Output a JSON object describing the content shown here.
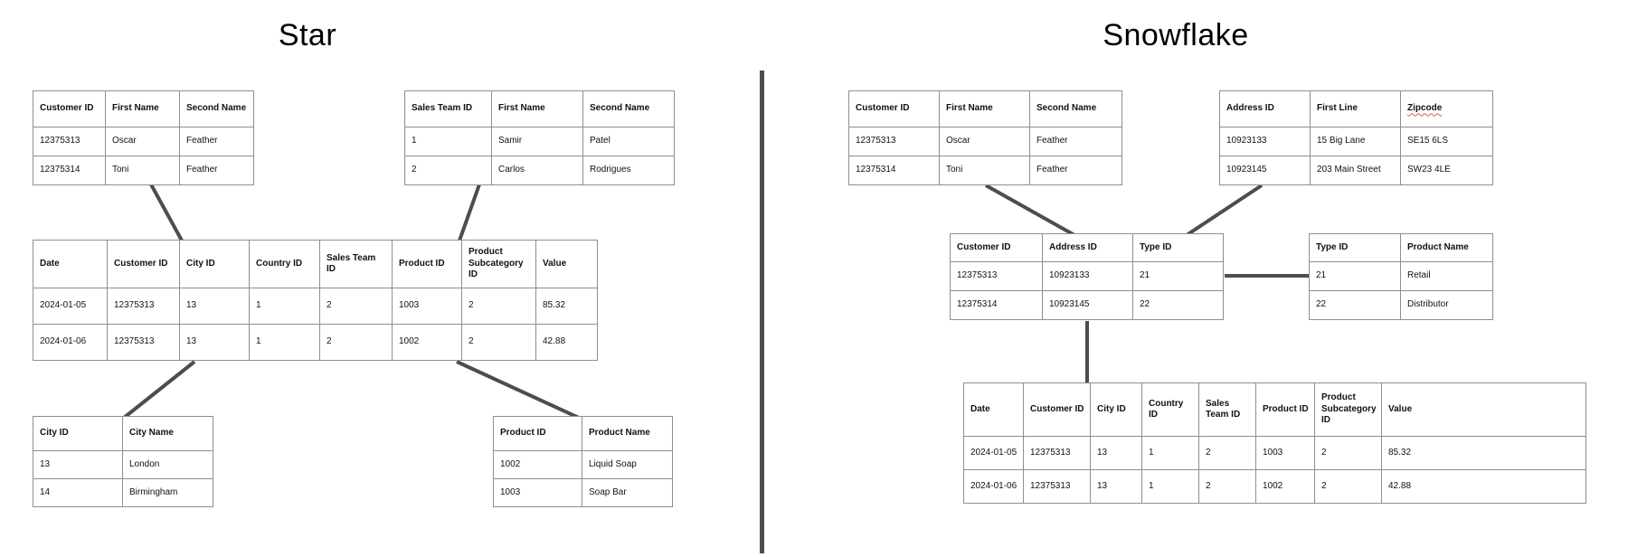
{
  "titles": {
    "left": "Star",
    "right": "Snowflake"
  },
  "colors": {
    "table_border": "#8f8f8f",
    "connector": "#4d4d4d",
    "text": "#111111",
    "spellcheck_underline": "#e2574c"
  },
  "star": {
    "customer": {
      "headers": [
        "Customer ID",
        "First Name",
        "Second Name"
      ],
      "rows": [
        [
          "12375313",
          "Oscar",
          "Feather"
        ],
        [
          "12375314",
          "Toni",
          "Feather"
        ]
      ]
    },
    "sales_team": {
      "headers": [
        "Sales Team ID",
        "First Name",
        "Second Name"
      ],
      "rows": [
        [
          "1",
          "Samir",
          "Patel"
        ],
        [
          "2",
          "Carlos",
          "Rodrigues"
        ]
      ]
    },
    "fact": {
      "headers": [
        "Date",
        "Customer ID",
        "City ID",
        "Country ID",
        "Sales Team ID",
        "Product ID",
        "Product Subcategory ID",
        "Value"
      ],
      "rows": [
        [
          "2024-01-05",
          "12375313",
          "13",
          "1",
          "2",
          "1003",
          "2",
          "85.32"
        ],
        [
          "2024-01-06",
          "12375313",
          "13",
          "1",
          "2",
          "1002",
          "2",
          "42.88"
        ]
      ]
    },
    "city": {
      "headers": [
        "City ID",
        "City Name"
      ],
      "rows": [
        [
          "13",
          "London"
        ],
        [
          "14",
          "Birmingham"
        ]
      ]
    },
    "product": {
      "headers": [
        "Product ID",
        "Product Name"
      ],
      "rows": [
        [
          "1002",
          "Liquid Soap"
        ],
        [
          "1003",
          "Soap Bar"
        ]
      ]
    }
  },
  "snowflake": {
    "customer": {
      "headers": [
        "Customer ID",
        "First Name",
        "Second Name"
      ],
      "rows": [
        [
          "12375313",
          "Oscar",
          "Feather"
        ],
        [
          "12375314",
          "Toni",
          "Feather"
        ]
      ]
    },
    "address": {
      "headers": [
        "Address ID",
        "First Line",
        "Zipcode"
      ],
      "underline_headers": [
        "Zipcode"
      ],
      "rows": [
        [
          "10923133",
          "15 Big Lane",
          "SE15 6LS"
        ],
        [
          "10923145",
          "203 Main Street",
          "SW23 4LE"
        ]
      ]
    },
    "customer_address": {
      "headers": [
        "Customer ID",
        "Address ID",
        "Type ID"
      ],
      "rows": [
        [
          "12375313",
          "10923133",
          "21"
        ],
        [
          "12375314",
          "10923145",
          "22"
        ]
      ]
    },
    "type": {
      "headers": [
        "Type ID",
        "Product Name"
      ],
      "rows": [
        [
          "21",
          "Retail"
        ],
        [
          "22",
          "Distributor"
        ]
      ]
    },
    "fact": {
      "headers": [
        "Date",
        "Customer ID",
        "City ID",
        "Country ID",
        "Sales Team ID",
        "Product ID",
        "Product Subcategory ID",
        "Value"
      ],
      "rows": [
        [
          "2024-01-05",
          "12375313",
          "13",
          "1",
          "2",
          "1003",
          "2",
          "85.32"
        ],
        [
          "2024-01-06",
          "12375313",
          "13",
          "1",
          "2",
          "1002",
          "2",
          "42.88"
        ]
      ]
    }
  }
}
